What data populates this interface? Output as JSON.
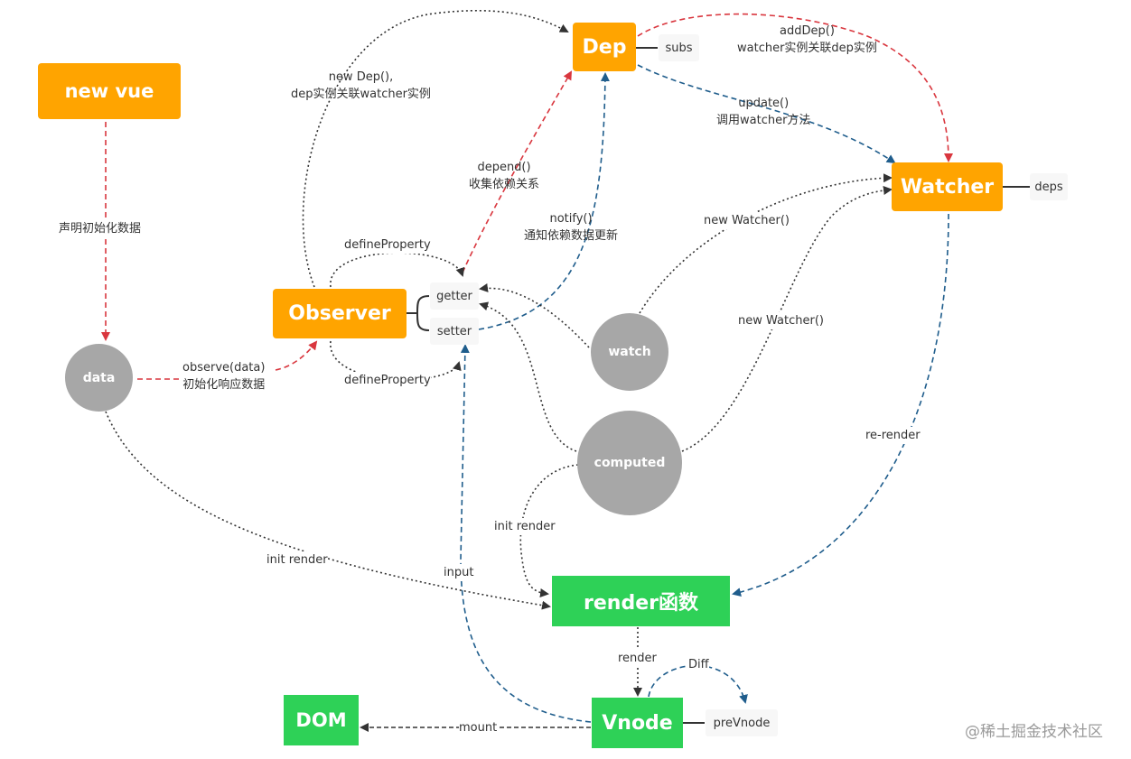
{
  "nodes": {
    "new_vue": "new vue",
    "dep": "Dep",
    "watcher": "Watcher",
    "observer": "Observer",
    "render_fn": "render函数",
    "vnode": "Vnode",
    "dom": "DOM",
    "data": "data",
    "watch": "watch",
    "computed": "computed"
  },
  "tags": {
    "subs": "subs",
    "deps": "deps",
    "getter": "getter",
    "setter": "setter",
    "prevnode": "preVnode"
  },
  "edge_labels": {
    "declare_init_data": "声明初始化数据",
    "new_dep_line1": "new Dep(),",
    "new_dep_line2": "dep实例关联watcher实例",
    "add_dep_line1": "addDep()",
    "add_dep_line2": "watcher实例关联dep实例",
    "update_line1": "update()",
    "update_line2": "调用watcher方法",
    "depend_line1": "depend()",
    "depend_line2": "收集依赖关系",
    "notify_line1": "notify()",
    "notify_line2": "通知依赖数据更新",
    "define_property_top": "defineProperty",
    "define_property_bottom": "defineProperty",
    "new_watcher_watch": "new Watcher()",
    "new_watcher_computed": "new Watcher()",
    "observe_line1": "observe(data)",
    "observe_line2": "初始化响应数据",
    "init_render_data": "init render",
    "init_render_computed": "init render",
    "re_render": "re-render",
    "input": "input",
    "render": "render",
    "diff": "Diff",
    "mount": "mount"
  },
  "watermark": "@稀土掘金技术社区",
  "colors": {
    "orange": "#ffa400",
    "green": "#2ed157",
    "gray_circle": "#a7a7a7",
    "red_arrow": "#d9363e",
    "blue_arrow": "#1f5d8c",
    "black_arrow": "#333333"
  }
}
